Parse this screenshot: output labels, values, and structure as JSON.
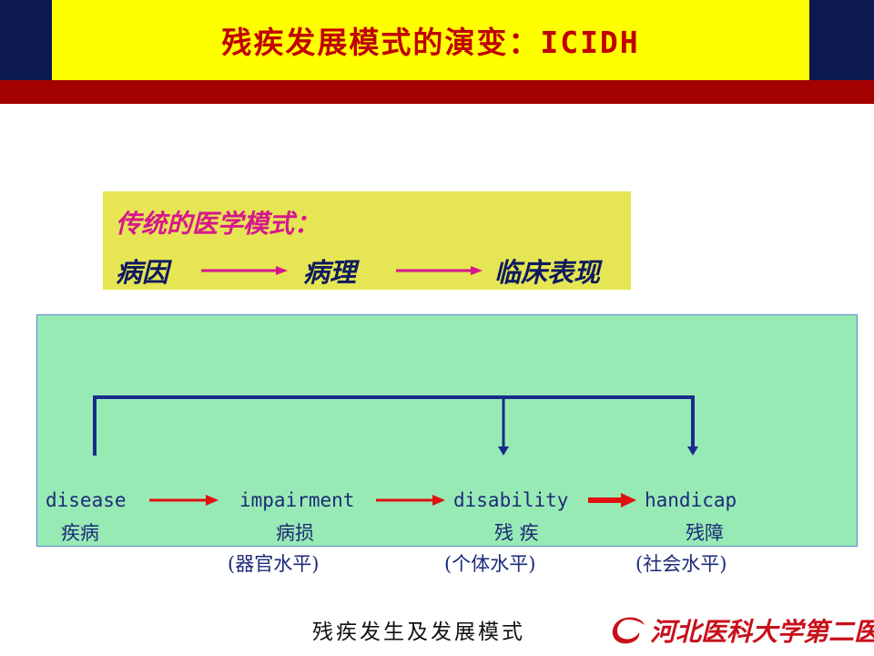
{
  "slide": {
    "title": "残疾发展模式的演变：ICIDH",
    "colors": {
      "navy": "#0d1a4f",
      "yellow": "#ffff00",
      "dark_red": "#a30000",
      "magenta": "#d6178c",
      "green": "#98eab5"
    }
  },
  "traditional_model": {
    "heading": "传统的医学模式：",
    "steps": [
      "病因",
      "病理",
      "临床表现"
    ]
  },
  "icidh_model": {
    "stages": [
      {
        "term": "disease",
        "zh": "疾病",
        "level": ""
      },
      {
        "term": "impairment",
        "zh": "病损",
        "level": "(器官水平)"
      },
      {
        "term": "disability",
        "zh": "残 疾",
        "level": "(个体水平)"
      },
      {
        "term": "handicap",
        "zh": "残障",
        "level": "(社会水平)"
      }
    ]
  },
  "footer": {
    "caption": "残疾发生及发展模式",
    "logo_text": "河北医科大学第二医院"
  }
}
